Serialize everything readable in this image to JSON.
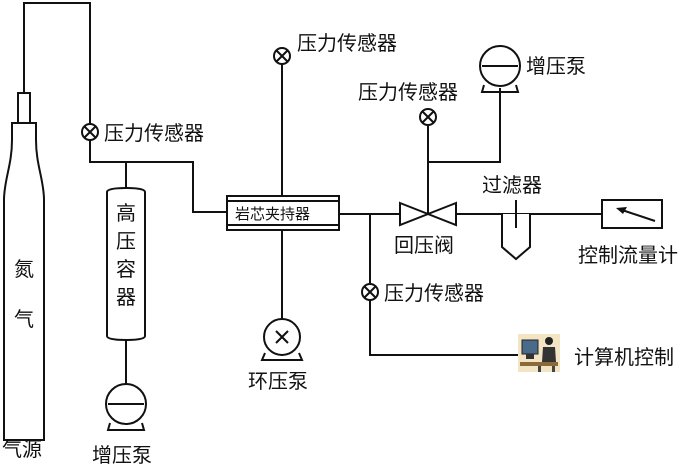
{
  "labels": {
    "gas_bottle_char1": "氮",
    "gas_bottle_char2": "气",
    "gas_source": "气源",
    "pressure_sensor_1": "压力传感器",
    "pressure_sensor_2": "压力传感器",
    "pressure_sensor_3": "压力传感器",
    "pressure_sensor_4": "压力传感器",
    "hp_vessel_1": "高",
    "hp_vessel_2": "压",
    "hp_vessel_3": "容",
    "hp_vessel_4": "器",
    "booster_pump_left": "增压泵",
    "booster_pump_right": "增压泵",
    "core_holder": "岩芯夹持器",
    "confining_pump": "环压泵",
    "back_pressure_valve": "回压阀",
    "filter": "过滤器",
    "flow_meter": "控制流量计",
    "computer_control": "计算机控制"
  }
}
